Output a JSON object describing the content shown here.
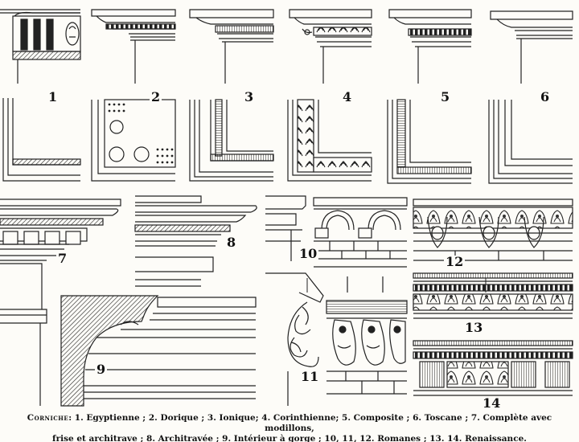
{
  "figure_numbers": [
    "1",
    "2",
    "3",
    "4",
    "5",
    "6",
    "7",
    "8",
    "9",
    "10",
    "11",
    "12",
    "13",
    "14"
  ],
  "caption": {
    "heading": "Corniche",
    "line1": ": 1. Egyptienne ; 2. Dorique ; 3. Ionique; 4. Corinthienne; 5. Composite ; 6. Toscane ; 7. Complète avec modillons,",
    "line2": "frise et architrave ; 8. Architravée ; 9. Intérieur à gorge ; 10, 11, 12. Romanes ; 13. 14. Renaissance."
  }
}
